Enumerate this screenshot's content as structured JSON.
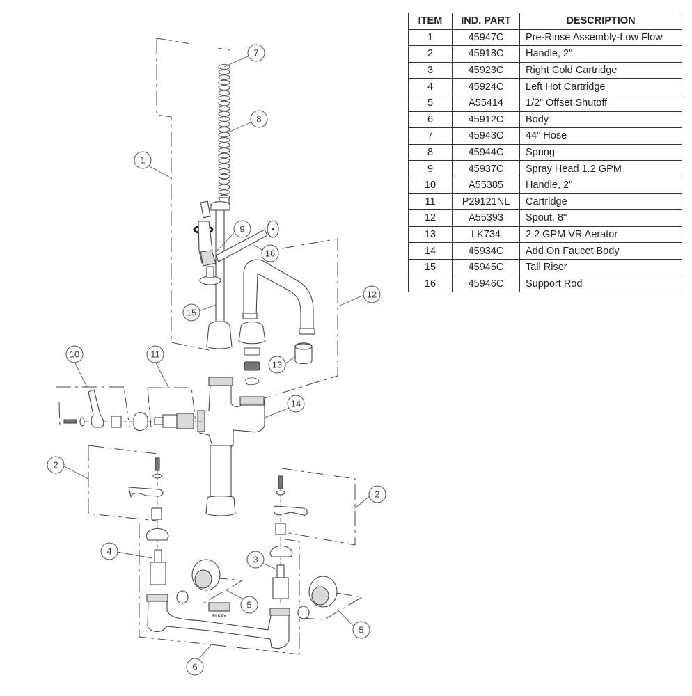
{
  "table": {
    "headers": {
      "item": "ITEM",
      "part": "IND. PART",
      "description": "DESCRIPTION"
    },
    "rows": [
      {
        "item": "1",
        "part": "45947C",
        "description": "Pre-Rinse Assembly-Low Flow"
      },
      {
        "item": "2",
        "part": "45918C",
        "description": "Handle, 2\""
      },
      {
        "item": "3",
        "part": "45923C",
        "description": "Right Cold Cartridge"
      },
      {
        "item": "4",
        "part": "45924C",
        "description": "Left Hot Cartridge"
      },
      {
        "item": "5",
        "part": "A55414",
        "description": "1/2” Offset Shutoff"
      },
      {
        "item": "6",
        "part": "45912C",
        "description": "Body"
      },
      {
        "item": "7",
        "part": "45943C",
        "description": "44\" Hose"
      },
      {
        "item": "8",
        "part": "45944C",
        "description": "Spring"
      },
      {
        "item": "9",
        "part": "45937C",
        "description": "Spray Head 1.2 GPM"
      },
      {
        "item": "10",
        "part": "A55385",
        "description": "Handle, 2\""
      },
      {
        "item": "11",
        "part": "P29121NL",
        "description": "Cartridge"
      },
      {
        "item": "12",
        "part": "A55393",
        "description": "Spout, 8\""
      },
      {
        "item": "13",
        "part": "LK734",
        "description": "2.2 GPM VR Aerator"
      },
      {
        "item": "14",
        "part": "45934C",
        "description": "Add On Faucet Body"
      },
      {
        "item": "15",
        "part": "45945C",
        "description": "Tall Riser"
      },
      {
        "item": "16",
        "part": "45946C",
        "description": "Support Rod"
      }
    ]
  },
  "diagram": {
    "brand_mark": "ELKAY",
    "callouts": {
      "c1": "1",
      "c2a": "2",
      "c2b": "2",
      "c3": "3",
      "c4": "4",
      "c5a": "5",
      "c5b": "5",
      "c6": "6",
      "c7": "7",
      "c8": "8",
      "c9": "9",
      "c10": "10",
      "c11": "11",
      "c12": "12",
      "c13": "13",
      "c14": "14",
      "c15": "15",
      "c16": "16"
    }
  }
}
